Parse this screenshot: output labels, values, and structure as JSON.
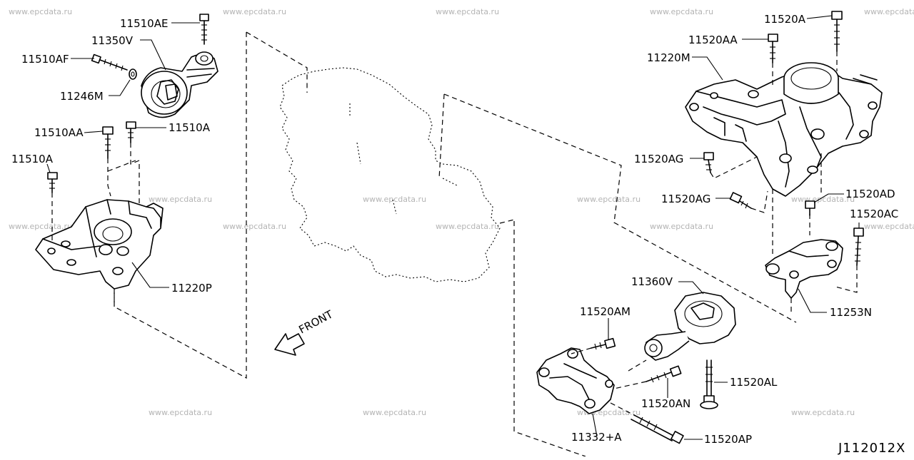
{
  "watermark": "www.epcdata.ru",
  "labels": {
    "l11510AE": "11510AE",
    "l11350V": "11350V",
    "l11510AF": "11510AF",
    "l11246M": "11246M",
    "l11510AA": "11510AA",
    "l11510A_top": "11510A",
    "l11510A_left": "11510A",
    "l11220P": "11220P",
    "l11520A": "11520A",
    "l11520AA": "11520AA",
    "l11220M": "11220M",
    "l11520AG_1": "11520AG",
    "l11520AG_2": "11520AG",
    "l11520AD": "11520AD",
    "l11520AC": "11520AC",
    "l11253N": "11253N",
    "l11360V": "11360V",
    "l11520AM": "11520AM",
    "l11520AL": "11520AL",
    "l11520AN": "11520AN",
    "l11332A": "11332+A",
    "l11520AP": "11520AP"
  },
  "front_label": "FRONT",
  "diagram_number": "J112012X"
}
